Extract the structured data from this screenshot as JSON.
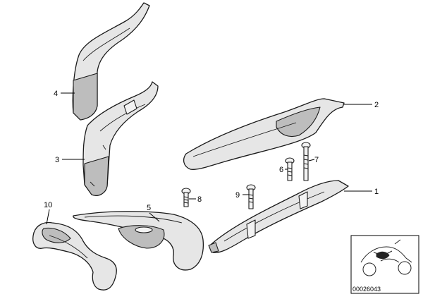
{
  "callouts": {
    "c1": "1",
    "c2": "2",
    "c3": "3",
    "c4": "4",
    "c5": "5",
    "c6": "6",
    "c7": "7",
    "c8": "8",
    "c9": "9",
    "c10": "10"
  },
  "reference_code": "00026043",
  "colors": {
    "line": "#1a1a1a",
    "fill": "#e6e6e6",
    "shade": "#bdbdbd"
  }
}
